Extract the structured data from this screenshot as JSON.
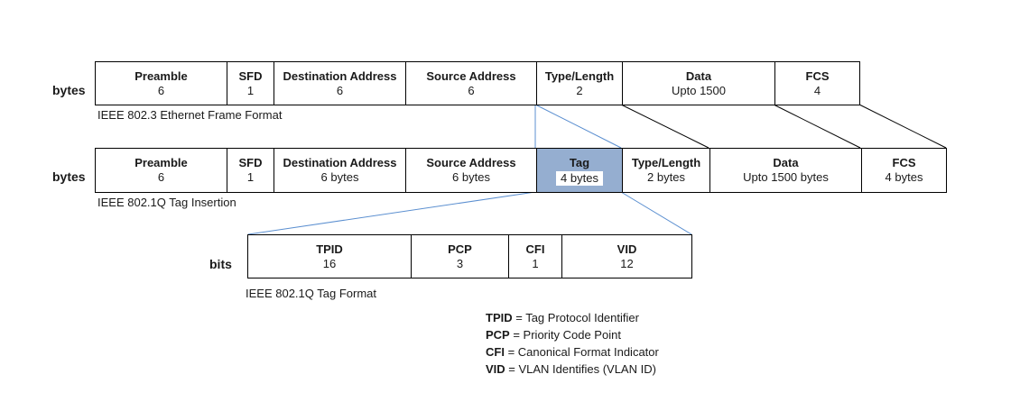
{
  "frames": {
    "ethernet": {
      "unit_label": "bytes",
      "caption": "IEEE 802.3 Ethernet Frame Format",
      "fields": [
        {
          "name": "Preamble",
          "size": "6"
        },
        {
          "name": "SFD",
          "size": "1"
        },
        {
          "name": "Destination Address",
          "size": "6"
        },
        {
          "name": "Source Address",
          "size": "6"
        },
        {
          "name": "Type/Length",
          "size": "2"
        },
        {
          "name": "Data",
          "size": "Upto 1500"
        },
        {
          "name": "FCS",
          "size": "4"
        }
      ]
    },
    "dot1q": {
      "unit_label": "bytes",
      "caption": "IEEE 802.1Q Tag Insertion",
      "fields": [
        {
          "name": "Preamble",
          "size": "6"
        },
        {
          "name": "SFD",
          "size": "1"
        },
        {
          "name": "Destination Address",
          "size": "6 bytes"
        },
        {
          "name": "Source Address",
          "size": "6 bytes"
        },
        {
          "name": "Tag",
          "size": "4 bytes"
        },
        {
          "name": "Type/Length",
          "size": "2 bytes"
        },
        {
          "name": "Data",
          "size": "Upto 1500 bytes"
        },
        {
          "name": "FCS",
          "size": "4 bytes"
        }
      ]
    },
    "tag": {
      "unit_label": "bits",
      "caption": "IEEE 802.1Q Tag Format",
      "fields": [
        {
          "name": "TPID",
          "size": "16"
        },
        {
          "name": "PCP",
          "size": "3"
        },
        {
          "name": "CFI",
          "size": "1"
        },
        {
          "name": "VID",
          "size": "12"
        }
      ]
    }
  },
  "legend": [
    {
      "abbr": "TPID",
      "text": " = Tag Protocol Identifier"
    },
    {
      "abbr": "PCP",
      "text": " = Priority Code Point"
    },
    {
      "abbr": "CFI",
      "text": " = Canonical Format Indicator"
    },
    {
      "abbr": "VID",
      "text": " = VLAN Identifies (VLAN ID)"
    }
  ],
  "colors": {
    "tag_highlight": "#95aed0",
    "connector_blue": "#5b8fd0",
    "connector_black": "#000000"
  }
}
